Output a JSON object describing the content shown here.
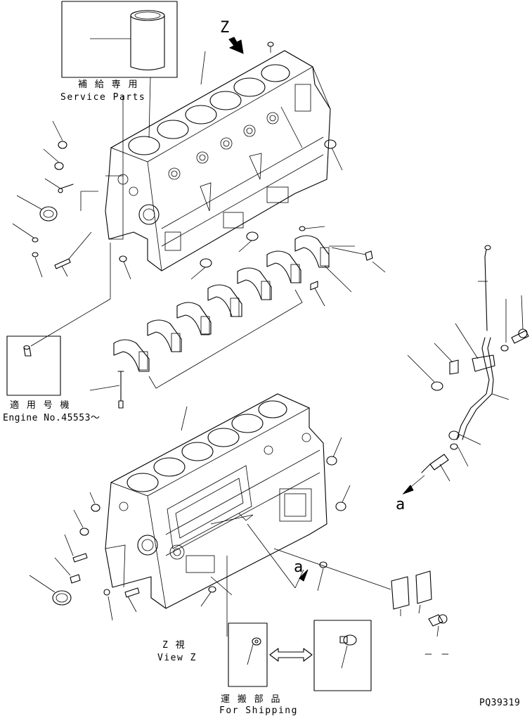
{
  "labels": {
    "view_letter": "Z",
    "service_jp": "補 給 専 用",
    "service_en": "Service Parts",
    "applicable_jp": "適 用 号 機",
    "applicable_en": "Engine No.45553～",
    "view_jp": "Z 視",
    "view_en": "View Z",
    "shipping_jp": "運 搬 部 品",
    "shipping_en": "For Shipping",
    "ref_a_1": "a",
    "ref_a_2": "a",
    "drawing_no": "PQ39319",
    "mark_dash": "－ －"
  },
  "colors": {
    "ink": "#000000",
    "paper": "#ffffff"
  }
}
